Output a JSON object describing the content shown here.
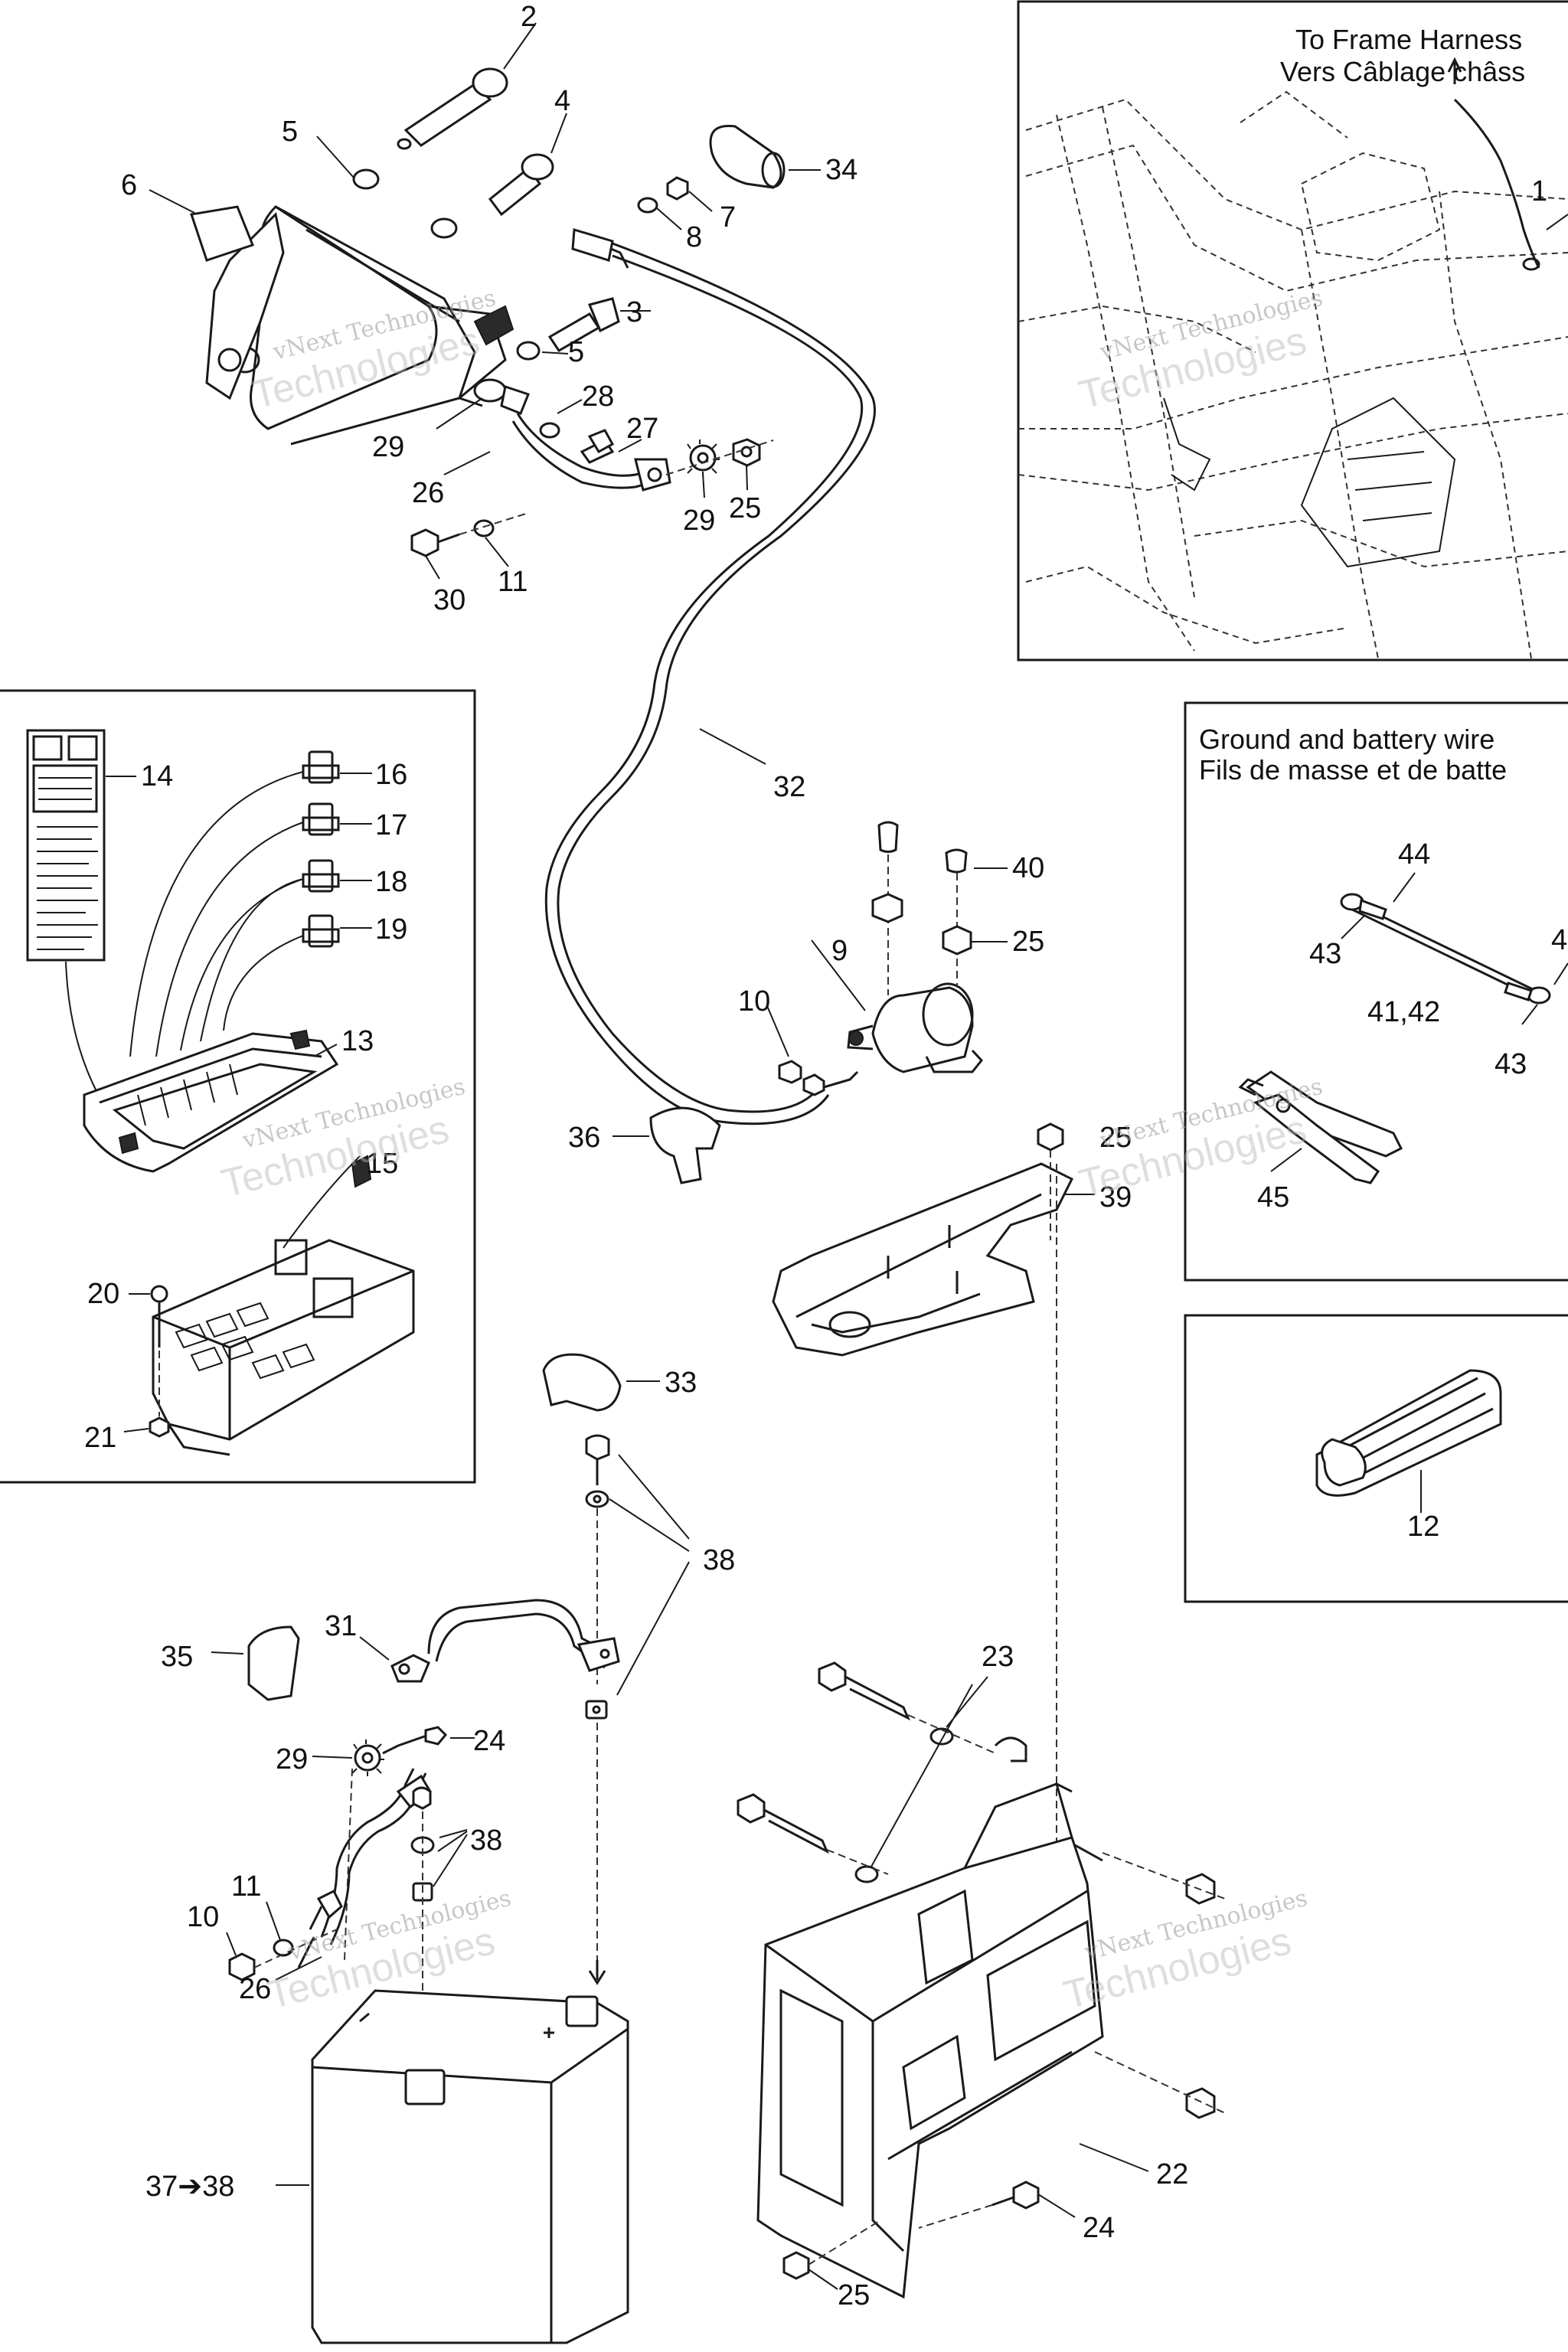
{
  "diagram": {
    "boxes": {
      "frame_harness": {
        "title_line1": "To Frame Harness",
        "title_line2": "Vers Câblage châss"
      },
      "ground_wire": {
        "title_line1": "Ground and battery wire",
        "title_line2": "Fils de masse et de batte"
      }
    },
    "watermark": {
      "line1": "vNext Technologies",
      "line2": "Technologies"
    },
    "callouts": {
      "c1": "1",
      "c2": "2",
      "c3": "3",
      "c4": "4",
      "c5a": "5",
      "c5b": "5",
      "c6": "6",
      "c7": "7",
      "c8": "8",
      "c9": "9",
      "c10a": "10",
      "c10b": "10",
      "c11a": "11",
      "c11b": "11",
      "c12": "12",
      "c13": "13",
      "c14": "14",
      "c15": "15",
      "c16": "16",
      "c17": "17",
      "c18": "18",
      "c19": "19",
      "c20": "20",
      "c21": "21",
      "c22": "22",
      "c23": "23",
      "c24a": "24",
      "c24b": "24",
      "c25a": "25",
      "c25b": "25",
      "c25c": "25",
      "c25d": "25",
      "c26a": "26",
      "c26b": "26",
      "c27": "27",
      "c28": "28",
      "c29a": "29",
      "c29b": "29",
      "c29c": "29",
      "c30": "30",
      "c31": "31",
      "c32": "32",
      "c33": "33",
      "c34": "34",
      "c35": "35",
      "c36": "36",
      "c37": "37➔38",
      "c38a": "38",
      "c38b": "38",
      "c39": "39",
      "c40": "40",
      "c41": "41,42",
      "c43a": "43",
      "c43b": "43",
      "c44": "44",
      "c45": "45",
      "c4b": "4"
    }
  }
}
